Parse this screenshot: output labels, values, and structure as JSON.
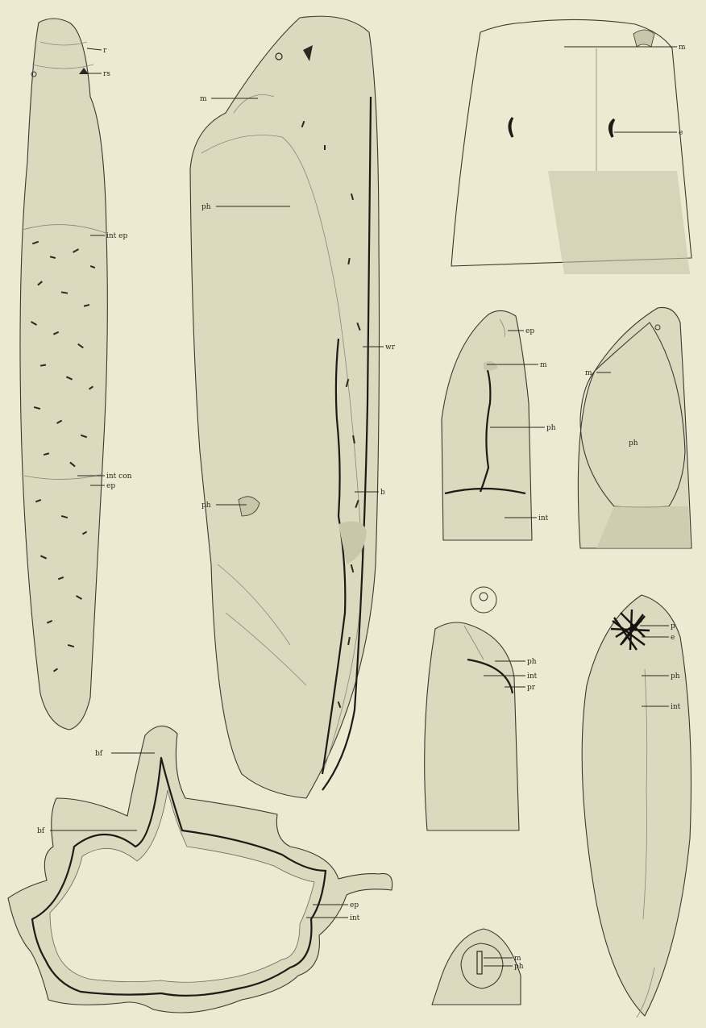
{
  "plate": {
    "fig_1": {
      "labels": [
        "r",
        "rs",
        "int ep",
        "int con",
        "ep"
      ]
    },
    "fig_2": {
      "labels": [
        "m",
        "ph",
        "wr",
        "ph",
        "b"
      ]
    },
    "fig_3": {
      "labels": [
        "m",
        "e"
      ]
    },
    "fig_4": {
      "labels": [
        "ep",
        "m",
        "ph",
        "int"
      ]
    },
    "fig_5": {
      "labels": [
        "m",
        "ph"
      ]
    },
    "fig_6": {
      "labels": [
        "ph",
        "int",
        "pr"
      ]
    },
    "fig_7": {
      "labels": [
        "p",
        "e",
        "ph",
        "int"
      ]
    },
    "fig_8": {
      "labels": [
        "bf",
        "bf",
        "ep",
        "int"
      ]
    },
    "fig_9": {
      "labels": [
        "m",
        "ph"
      ]
    }
  },
  "colors": {
    "paper": "#ecead0",
    "ink": "#2a2820",
    "shade": "#c9c6aa"
  }
}
